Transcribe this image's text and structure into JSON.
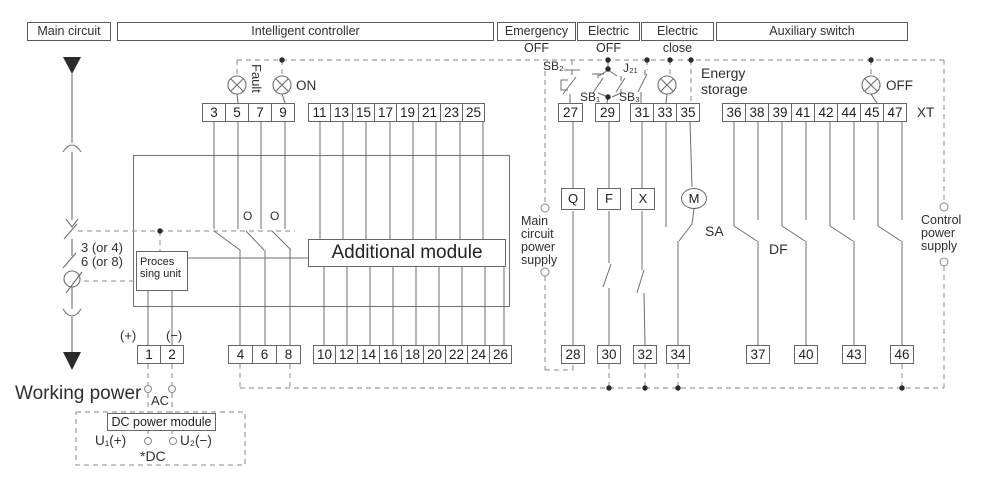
{
  "headers": {
    "main_circuit": "Main circuit",
    "intelligent_controller": "Intelligent controller",
    "emergency_off": "Emergency OFF",
    "electric_off": "Electric OFF",
    "electric_close": "Electric close",
    "auxiliary_switch": "Auxiliary switch"
  },
  "indicators": {
    "fault": "Fault",
    "on": "ON",
    "off": "OFF",
    "energy_storage_line1": "Energy",
    "energy_storage_line2": "storage"
  },
  "switches": {
    "sb2": "SB₂",
    "sb1": "SB₁",
    "sb3": "SB₃",
    "j21": "J₂₁",
    "sa": "SA",
    "df": "DF",
    "o1": "O",
    "o2": "O"
  },
  "components": {
    "q": "Q",
    "f": "F",
    "x": "X",
    "m": "M",
    "processing_line1": "Proces",
    "processing_line2": "sing unit",
    "additional_module": "Additional module",
    "dc_power_module": "DC power module"
  },
  "labels": {
    "pole_count_line1": "3 (or 4)",
    "pole_count_line2": "6 (or 8)",
    "plus": "(+)",
    "minus": "(−)",
    "working_power": "Working power",
    "ac": "AC",
    "dc": "*DC",
    "u1": "U₁(+)",
    "u2": "U₂(−)",
    "xt": "XT",
    "main_supply_l1": "Main",
    "main_supply_l2": "circuit",
    "main_supply_l3": "power",
    "main_supply_l4": "supply",
    "control_supply_l1": "Control",
    "control_supply_l2": "power",
    "control_supply_l3": "supply"
  },
  "strips": {
    "top_left": [
      "3",
      "5",
      "7",
      "9"
    ],
    "top_mid": [
      "11",
      "13",
      "15",
      "17",
      "19",
      "21",
      "23",
      "25"
    ],
    "t27": "27",
    "t29": "29",
    "top_31": [
      "31",
      "33",
      "35"
    ],
    "aux": [
      "36",
      "38",
      "39",
      "41",
      "42",
      "44",
      "45",
      "47"
    ],
    "bottom_12": [
      "1",
      "2"
    ],
    "bottom_468": [
      "4",
      "6",
      "8"
    ],
    "bottom_mid": [
      "10",
      "12",
      "14",
      "16",
      "18",
      "20",
      "22",
      "24",
      "26"
    ],
    "b28": "28",
    "b30": "30",
    "b32": "32",
    "b34": "34",
    "b37": "37",
    "b40": "40",
    "b43": "43",
    "b46": "46"
  },
  "colors": {
    "line": "#6e6e6e",
    "dash": "#8a8a8a",
    "text": "#2f2f2f",
    "bg": "#ffffff"
  }
}
